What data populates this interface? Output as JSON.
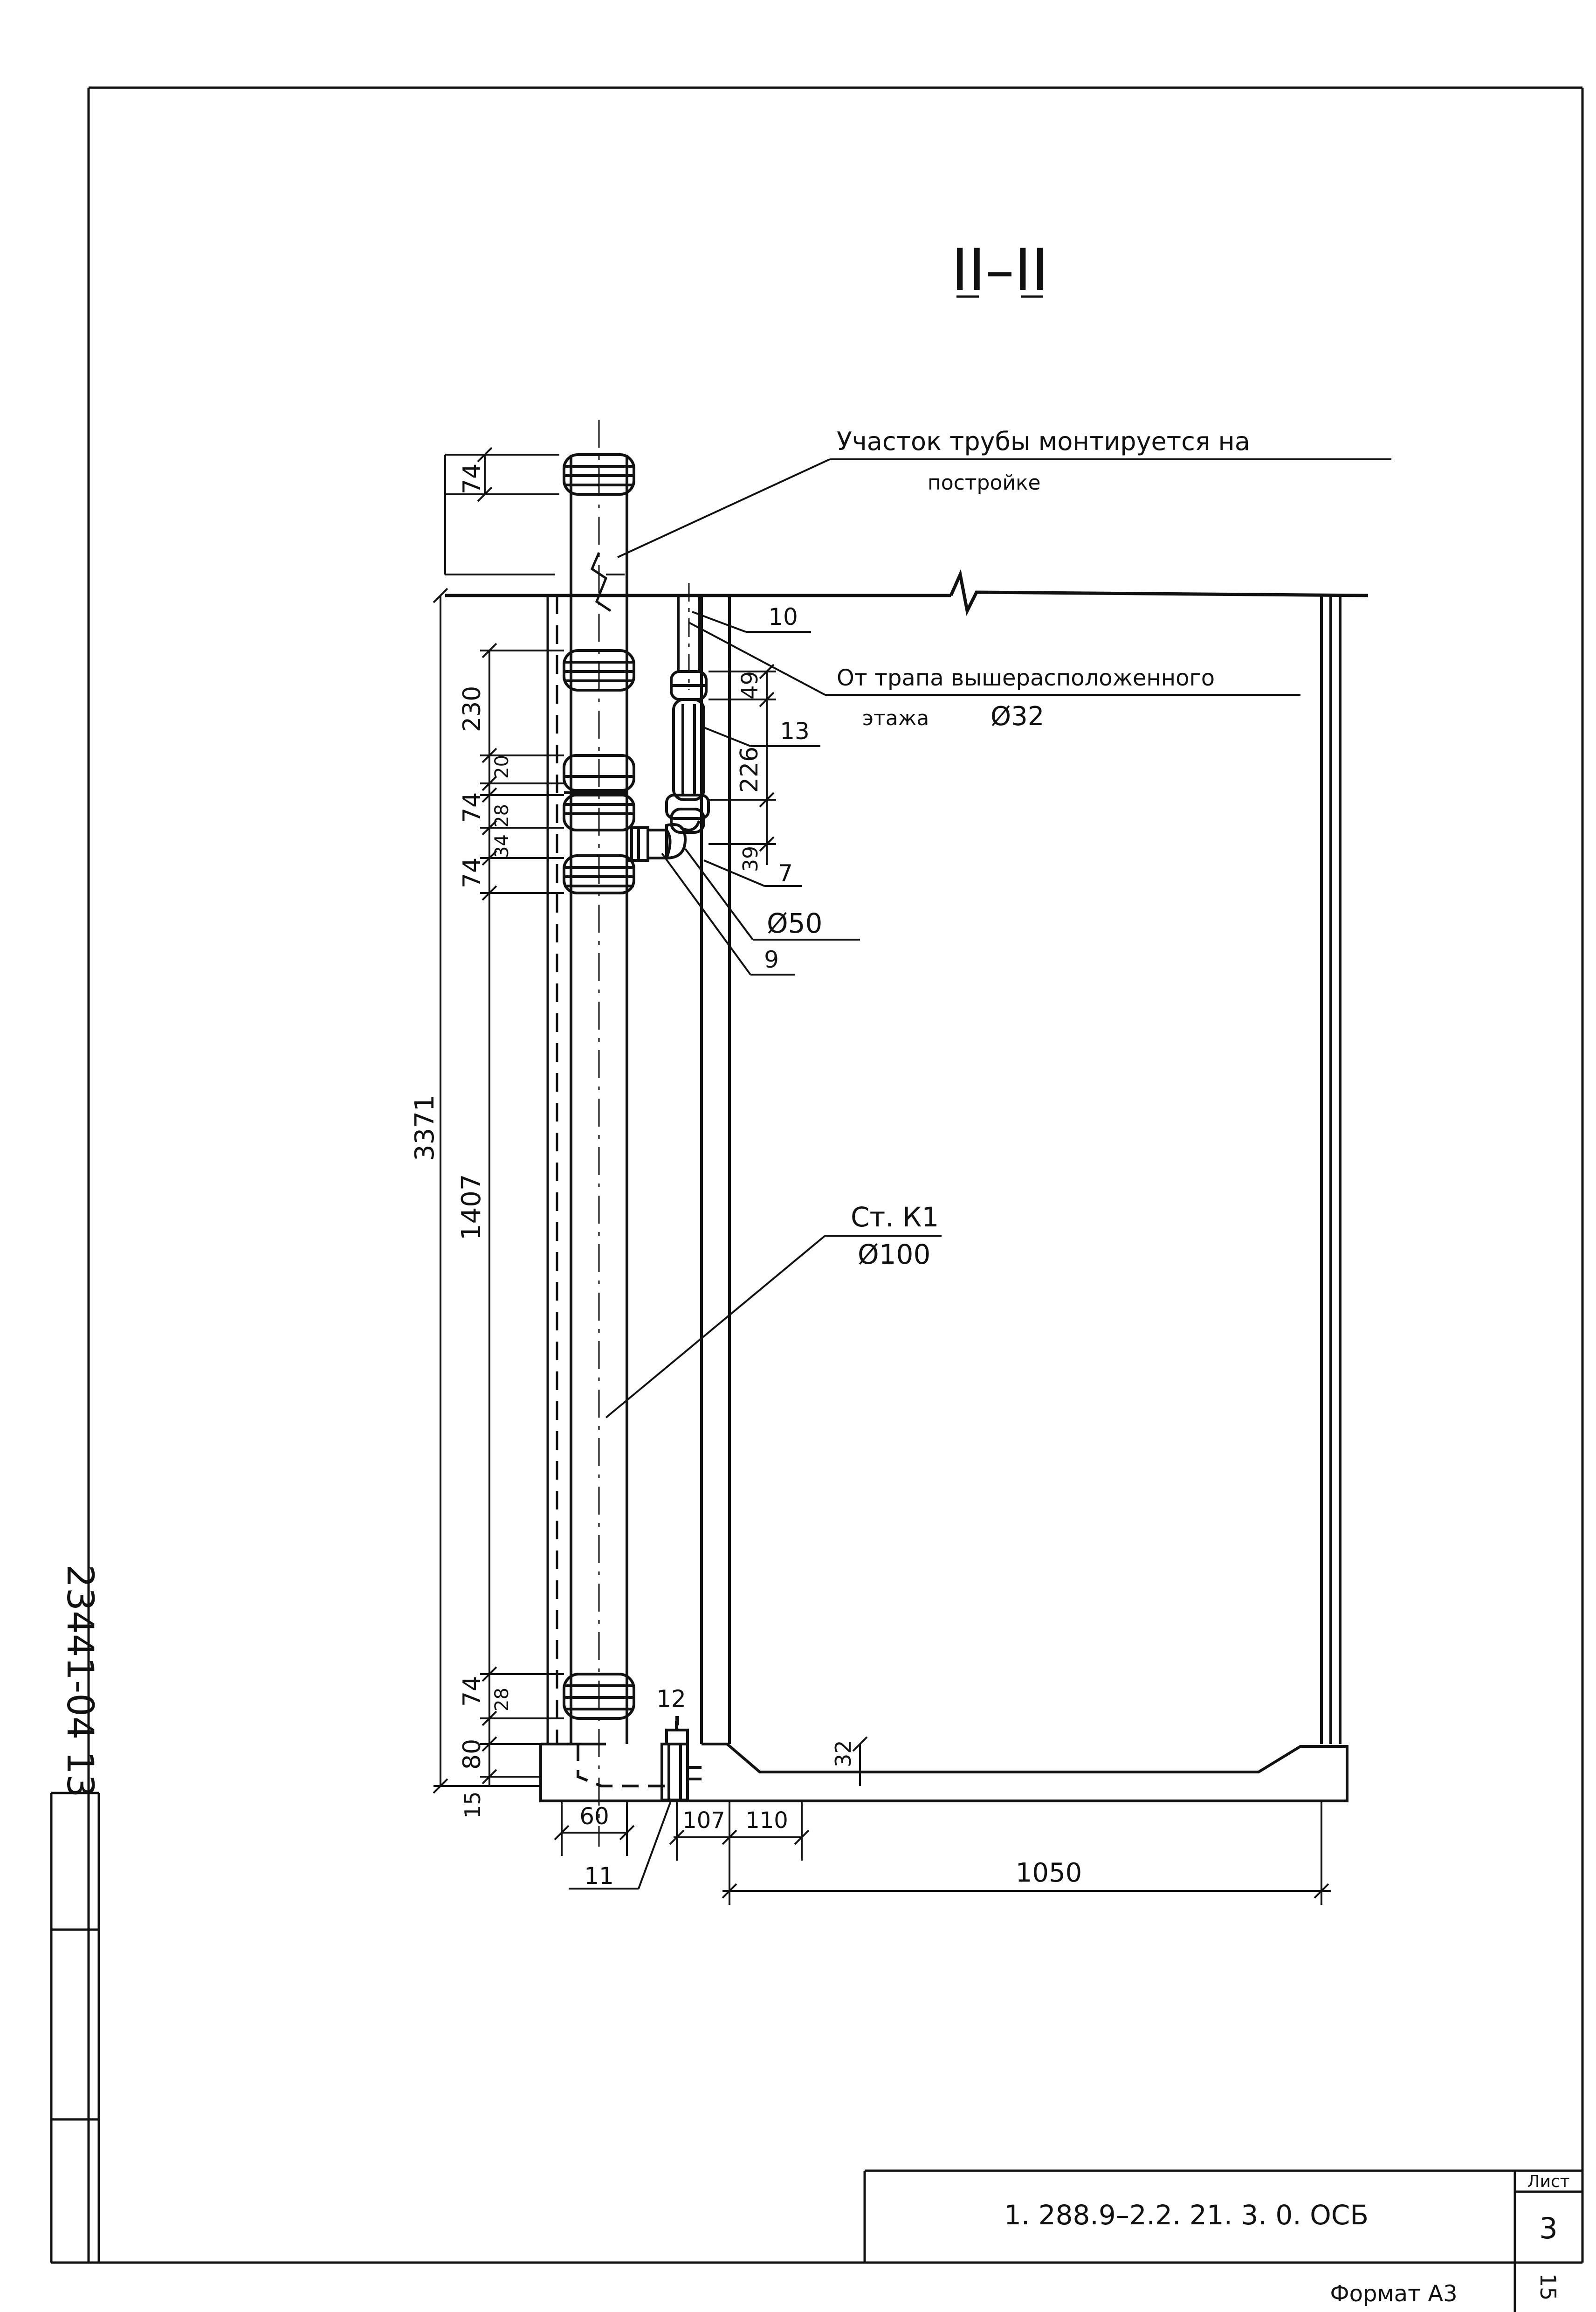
{
  "section_title": "II–II",
  "callouts": {
    "pipe_section_note_line1": "Участок трубы монтируется на",
    "pipe_section_note_line2": "постройке",
    "drain_note_line1": "От трапа вышерасположенного",
    "drain_note_line2": "этажа",
    "drain_diameter": "Ø32",
    "riser_label": "Ст. К1",
    "riser_diameter": "Ø100",
    "branch_diameter": "Ø50"
  },
  "position_numbers": {
    "p10": "10",
    "p13": "13",
    "p7": "7",
    "p9": "9",
    "p12": "12",
    "p11": "11"
  },
  "dimensions": {
    "top_socket": "74",
    "d230": "230",
    "d20": "20",
    "d74a": "74",
    "d28a": "28",
    "d74b": "74",
    "d34": "34",
    "d3371": "3371",
    "d1407": "1407",
    "d74c": "74",
    "d28b": "28",
    "d80": "80",
    "d15": "15",
    "d49": "49",
    "d226": "226",
    "d39": "39",
    "d32": "32",
    "d60": "60",
    "d107": "107",
    "d110": "110",
    "d1050": "1050"
  },
  "side_stamp": "23441-04 13",
  "title_block": {
    "drawing_number": "1. 288.9–2.2. 21. 3. 0. ОСБ",
    "sheet_label": "Лист",
    "sheet_number": "3",
    "format_label": "Формат  А3",
    "page_number": "15"
  },
  "colors": {
    "ink": "#111111",
    "paper": "#ffffff"
  }
}
